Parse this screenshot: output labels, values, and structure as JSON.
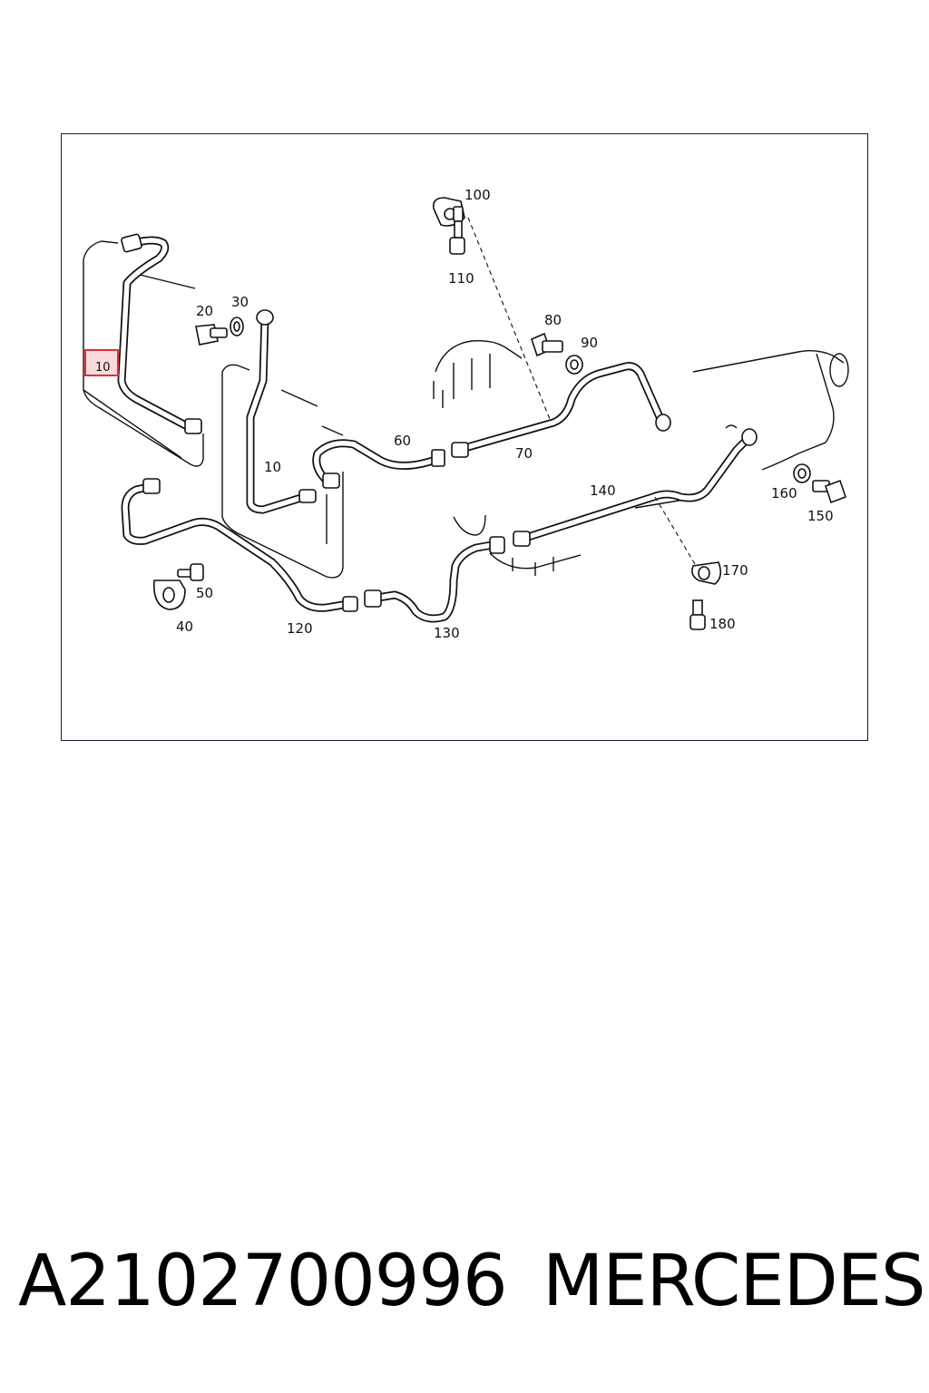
{
  "diagram": {
    "highlighted_callout": "10",
    "highlight_color": "#d9333f",
    "callouts": [
      {
        "id": "c100",
        "label": "100"
      },
      {
        "id": "c110",
        "label": "110"
      },
      {
        "id": "c20",
        "label": "20"
      },
      {
        "id": "c30",
        "label": "30"
      },
      {
        "id": "c10a",
        "label": "10"
      },
      {
        "id": "c80",
        "label": "80"
      },
      {
        "id": "c90",
        "label": "90"
      },
      {
        "id": "c60",
        "label": "60"
      },
      {
        "id": "c70",
        "label": "70"
      },
      {
        "id": "c10b",
        "label": "10"
      },
      {
        "id": "c140",
        "label": "140"
      },
      {
        "id": "c160",
        "label": "160"
      },
      {
        "id": "c150",
        "label": "150"
      },
      {
        "id": "c50",
        "label": "50"
      },
      {
        "id": "c40",
        "label": "40"
      },
      {
        "id": "c120",
        "label": "120"
      },
      {
        "id": "c130",
        "label": "130"
      },
      {
        "id": "c170",
        "label": "170"
      },
      {
        "id": "c180",
        "label": "180"
      }
    ]
  },
  "footer": {
    "part_number": "A2102700996",
    "brand": "MERCEDES"
  }
}
